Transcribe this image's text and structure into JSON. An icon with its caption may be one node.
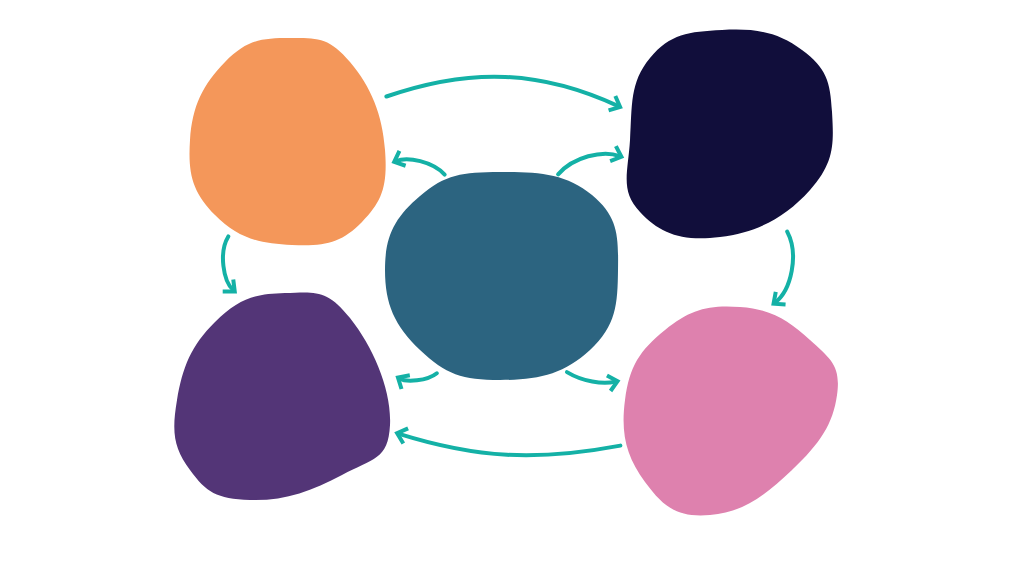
{
  "diagram": {
    "nodes": [
      {
        "text": [],
        "shape": "circle"
      },
      {
        "text": [],
        "shape": "circle"
      },
      {
        "text": [],
        "shape": "circle"
      },
      {
        "text": [],
        "shape": "circle"
      },
      {
        "text": [],
        "shape": "circle"
      }
    ],
    "edges": [
      {
        "from": 0,
        "to": 3,
        "arrow": "to"
      },
      {
        "from": 2,
        "to": 0,
        "arrow": "to"
      },
      {
        "from": 2,
        "to": 3,
        "arrow": "to"
      },
      {
        "from": 0,
        "to": 1,
        "arrow": "to"
      },
      {
        "from": 3,
        "to": 4,
        "arrow": "to"
      },
      {
        "from": 2,
        "to": 1,
        "arrow": "to"
      },
      {
        "from": 2,
        "to": 4,
        "arrow": "to"
      },
      {
        "from": 4,
        "to": 1,
        "arrow": "to"
      }
    ]
  }
}
